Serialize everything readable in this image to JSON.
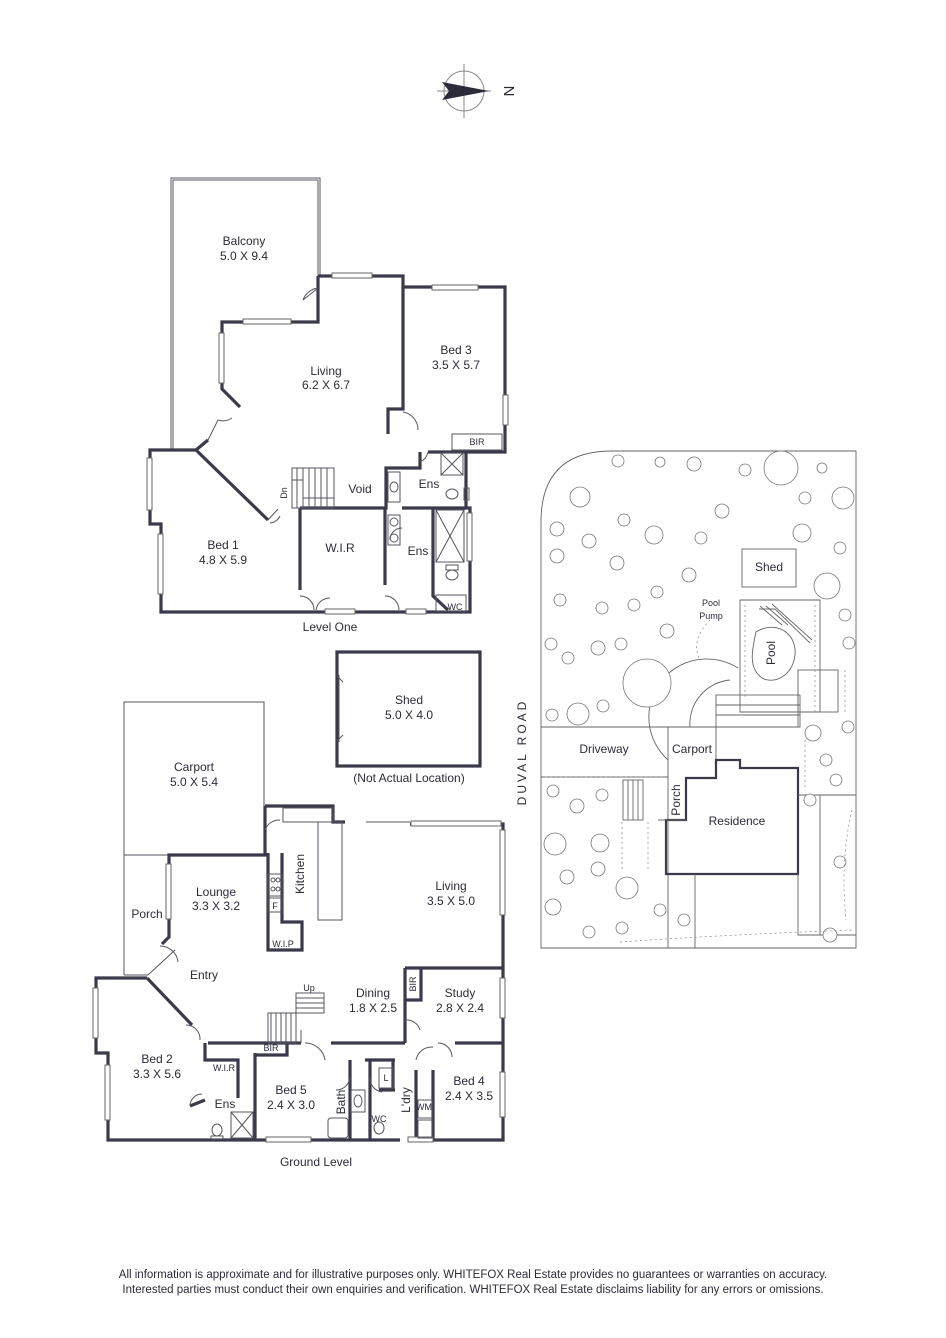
{
  "compass": {
    "label": "N"
  },
  "level_one": {
    "title": "Level One",
    "rooms": {
      "balcony": {
        "name": "Balcony",
        "dims": "5.0 X 9.4"
      },
      "living": {
        "name": "Living",
        "dims": "6.2 X 6.7"
      },
      "bed3": {
        "name": "Bed 3",
        "dims": "3.5 X 5.7"
      },
      "bed1": {
        "name": "Bed 1",
        "dims": "4.8 X 5.9"
      },
      "wir": "W.I.R",
      "ens_upper": "Ens",
      "ens_lower": "Ens",
      "void": "Void",
      "dn": "Dn",
      "bir": "BIR",
      "wc": "WC"
    }
  },
  "shed_detail": {
    "name": "Shed",
    "dims": "5.0 X 4.0",
    "note": "(Not Actual Location)"
  },
  "ground_level": {
    "title": "Ground Level",
    "rooms": {
      "carport": {
        "name": "Carport",
        "dims": "5.0 X 5.4"
      },
      "kitchen": "Kitchen",
      "f": "F",
      "wip": "W.I.P",
      "lounge": {
        "name": "Lounge",
        "dims": "3.3 X 3.2"
      },
      "porch": "Porch",
      "entry": "Entry",
      "living": {
        "name": "Living",
        "dims": "3.5 X 5.0"
      },
      "up": "Up",
      "dining": {
        "name": "Dining",
        "dims": "1.8 X 2.5"
      },
      "bir_study": "BIR",
      "study": {
        "name": "Study",
        "dims": "2.8 X 2.4"
      },
      "bed2": {
        "name": "Bed 2",
        "dims": "3.3 X 5.6"
      },
      "wir": "W.I.R",
      "bir": "BIR",
      "bed5": {
        "name": "Bed 5",
        "dims": "2.4 X 3.0"
      },
      "ens": "Ens",
      "bath": "Bath",
      "l": "L",
      "wc": "WC",
      "ldry": "L'dry",
      "wm": "WM",
      "bed4": {
        "name": "Bed 4",
        "dims": "2.4 X 3.5"
      }
    }
  },
  "site_plan": {
    "road": "DUVAL ROAD",
    "shed": "Shed",
    "pool_pump": [
      "Pool",
      "Pump"
    ],
    "pool": "Pool",
    "driveway": "Driveway",
    "carport": "Carport",
    "porch": "Porch",
    "residence": "Residence"
  },
  "disclaimer": [
    "All information is approximate and for illustrative purposes only. WHITEFOX Real Estate provides no guarantees or warranties on accuracy.",
    "Interested parties must conduct their own enquiries and verification. WHITEFOX Real Estate disclaims liability for any errors or omissions."
  ]
}
